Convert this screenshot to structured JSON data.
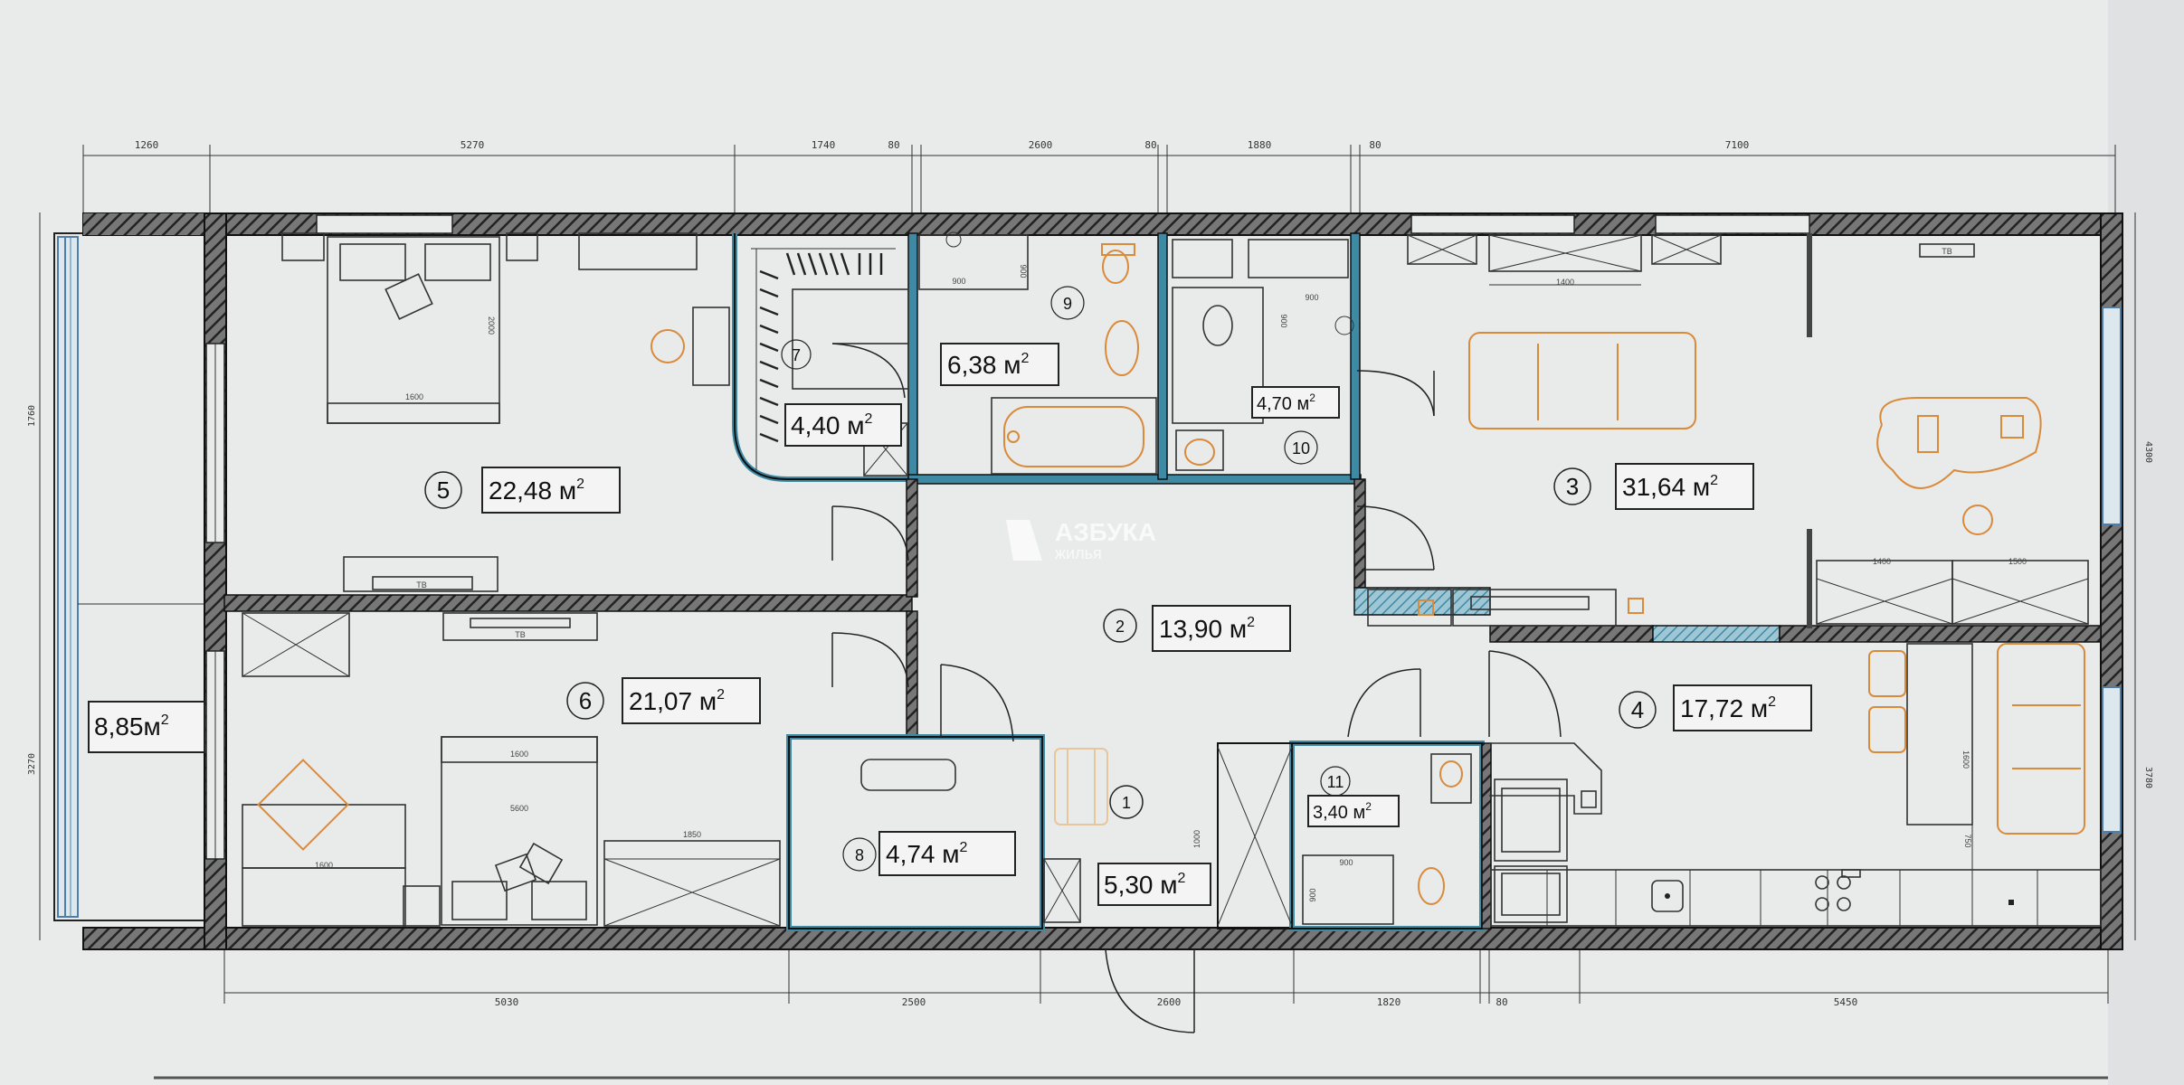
{
  "plan": {
    "dimensions": {
      "top": [
        "1260",
        "5270",
        "1740",
        "80",
        "2600",
        "80",
        "1880",
        "80",
        "7100"
      ],
      "bottom": [
        "5030",
        "2500",
        "2600",
        "1820",
        "80",
        "5450"
      ],
      "left": [
        "1760",
        "3270"
      ],
      "right": [
        "4300",
        "3780"
      ],
      "inner": {
        "bed5_w": "1600",
        "bed5_h": "2000",
        "bed6_w": "1600",
        "bed6_l": "5600",
        "desk6": "1600",
        "wardrobe6": "1850",
        "sofa3": "1400",
        "bench3a": "1400",
        "bench3b": "1500",
        "room9_a": "900",
        "room9_b": "900",
        "room10_a": "900",
        "room10_b": "900",
        "room11_a": "900",
        "room11_b": "900",
        "hall1": "1000",
        "kitchen4": "1600",
        "kitchen4b": "750"
      }
    },
    "rooms": [
      {
        "id": "r5",
        "num": "5",
        "area": "22,48 м"
      },
      {
        "id": "r6",
        "num": "6",
        "area": "21,07 м"
      },
      {
        "id": "r7",
        "num": "7",
        "area": "4,40 м"
      },
      {
        "id": "r9",
        "num": "9",
        "area": "6,38 м"
      },
      {
        "id": "r10",
        "num": "10",
        "area": "4,70 м"
      },
      {
        "id": "r3",
        "num": "3",
        "area": "31,64 м"
      },
      {
        "id": "r2",
        "num": "2",
        "area": "13,90 м"
      },
      {
        "id": "r4",
        "num": "4",
        "area": "17,72 м"
      },
      {
        "id": "r1",
        "num": "1",
        "area": "5,30 м"
      },
      {
        "id": "r8",
        "num": "8",
        "area": "4,74 м"
      },
      {
        "id": "r11",
        "num": "11",
        "area": "3,40 м"
      },
      {
        "id": "balcony",
        "num": "",
        "area": "8,85м"
      }
    ],
    "sup": "2",
    "tv_label": "ТВ",
    "watermark": {
      "line1": "АЗБУКА",
      "line2": "жилья"
    }
  }
}
